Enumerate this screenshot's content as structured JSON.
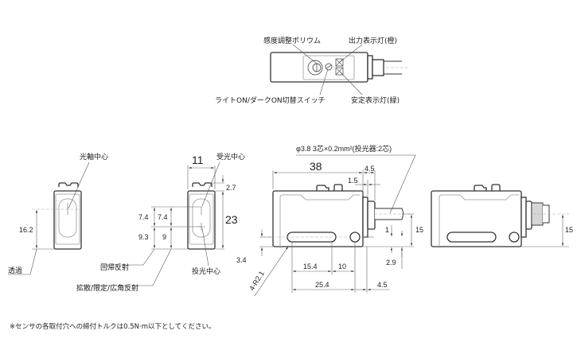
{
  "top_view": {
    "labels": {
      "sensitivity_pot": "感度調整ポリウム",
      "output_indicator": "出力表示灯(橙)",
      "mode_switch": "ライトON/ダークON切替スイッチ",
      "stability_indicator": "安定表示灯(緑)"
    }
  },
  "front_views": {
    "optical_axis_center": "光軸中心",
    "receiver_center": "受光中心",
    "emitter_center": "投光中心",
    "through_beam": "透過",
    "retroreflective": "回帰反射",
    "diffuse_limited_wide": "拡散/限定/広角反射",
    "dims": {
      "d16_2": "16.2",
      "d7_4a": "7.4",
      "d7_4b": "7.4",
      "d9_3": "9.3",
      "d9": "9",
      "d11": "11",
      "d2_7": "2.7",
      "d23": "23"
    }
  },
  "side_view": {
    "cable_spec": "φ3.8 3芯×0.2mm²(投光器:2芯)",
    "dims": {
      "d38": "38",
      "d4_5_top": "4.5",
      "d1_5": "1.5",
      "d15": "15",
      "d1": "1",
      "d3_4": "3.4",
      "d2_9": "2.9",
      "d15_4": "15.4",
      "d10": "10",
      "d25_4": "25.4",
      "d4_5_bottom": "4.5",
      "hole_radius": "4-R2.1"
    }
  },
  "connector_view": {
    "dims": {
      "d15": "15"
    }
  },
  "footnote": "※センサの各取付穴への締付トルクは0.5N·m以下としてください。"
}
